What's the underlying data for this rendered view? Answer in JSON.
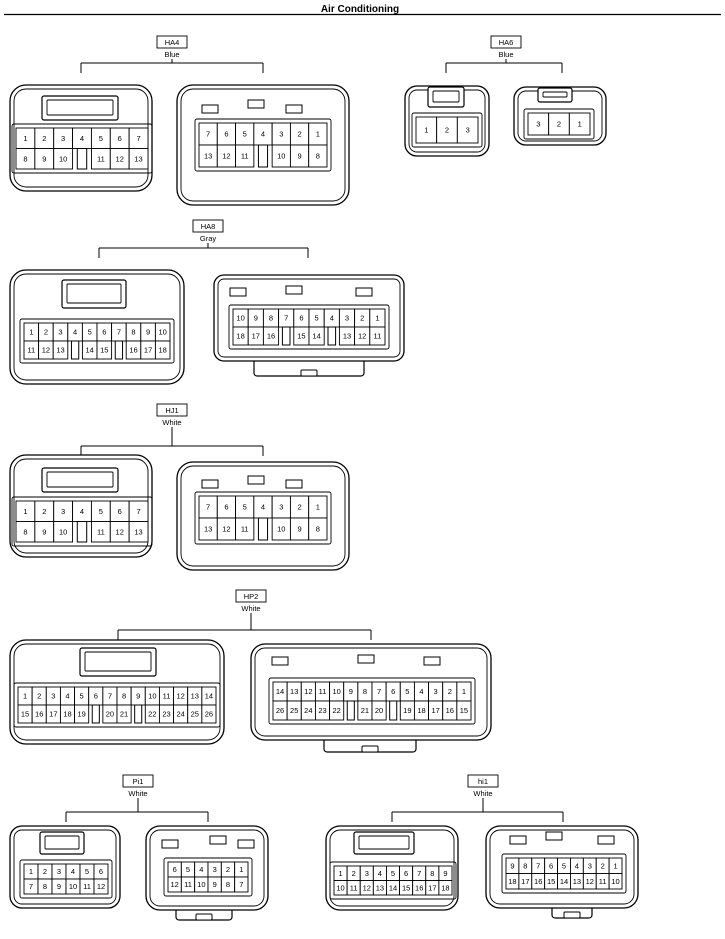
{
  "page_title": "Air Conditioning",
  "colors": {
    "ink": "#000000",
    "paper": "#ffffff"
  },
  "connectors": [
    {
      "code": "HA4",
      "color": "Blue",
      "views": [
        {
          "pins": [
            [
              "1",
              "2",
              "3",
              "4",
              "5",
              "6",
              "7"
            ],
            [
              "8",
              "9",
              "10",
              "",
              "11",
              "12",
              "13"
            ]
          ]
        },
        {
          "pins": [
            [
              "7",
              "6",
              "5",
              "4",
              "3",
              "2",
              "1"
            ],
            [
              "13",
              "12",
              "11",
              "",
              "10",
              "9",
              "8"
            ]
          ]
        }
      ]
    },
    {
      "code": "HA6",
      "color": "Blue",
      "views": [
        {
          "pins": [
            [
              "1",
              "2",
              "3"
            ]
          ]
        },
        {
          "pins": [
            [
              "3",
              "2",
              "1"
            ]
          ]
        }
      ]
    },
    {
      "code": "HA8",
      "color": "Gray",
      "views": [
        {
          "pins": [
            [
              "1",
              "2",
              "3",
              "4",
              "5",
              "6",
              "7",
              "8",
              "9",
              "10"
            ],
            [
              "11",
              "12",
              "13",
              "",
              "14",
              "15",
              "",
              "16",
              "17",
              "18"
            ]
          ]
        },
        {
          "pins": [
            [
              "10",
              "9",
              "8",
              "7",
              "6",
              "5",
              "4",
              "3",
              "2",
              "1"
            ],
            [
              "18",
              "17",
              "16",
              "",
              "15",
              "14",
              "",
              "13",
              "12",
              "11"
            ]
          ]
        }
      ]
    },
    {
      "code": "HJ1",
      "color": "White",
      "views": [
        {
          "pins": [
            [
              "1",
              "2",
              "3",
              "4",
              "5",
              "6",
              "7"
            ],
            [
              "8",
              "9",
              "10",
              "",
              "11",
              "12",
              "13"
            ]
          ]
        },
        {
          "pins": [
            [
              "7",
              "6",
              "5",
              "4",
              "3",
              "2",
              "1"
            ],
            [
              "13",
              "12",
              "11",
              "",
              "10",
              "9",
              "8"
            ]
          ]
        }
      ]
    },
    {
      "code": "HP2",
      "color": "White",
      "views": [
        {
          "pins": [
            [
              "1",
              "2",
              "3",
              "4",
              "5",
              "6",
              "7",
              "8",
              "9",
              "10",
              "11",
              "12",
              "13",
              "14"
            ],
            [
              "15",
              "16",
              "17",
              "18",
              "19",
              "",
              "20",
              "21",
              "",
              "22",
              "23",
              "24",
              "25",
              "26"
            ]
          ]
        },
        {
          "pins": [
            [
              "14",
              "13",
              "12",
              "11",
              "10",
              "9",
              "8",
              "7",
              "6",
              "5",
              "4",
              "3",
              "2",
              "1"
            ],
            [
              "26",
              "25",
              "24",
              "23",
              "22",
              "",
              "21",
              "20",
              "",
              "19",
              "18",
              "17",
              "16",
              "15"
            ]
          ]
        }
      ]
    },
    {
      "code": "Pi1",
      "color": "White",
      "views": [
        {
          "pins": [
            [
              "1",
              "2",
              "3",
              "4",
              "5",
              "6"
            ],
            [
              "7",
              "8",
              "9",
              "10",
              "11",
              "12"
            ]
          ]
        },
        {
          "pins": [
            [
              "6",
              "5",
              "4",
              "3",
              "2",
              "1"
            ],
            [
              "12",
              "11",
              "10",
              "9",
              "8",
              "7"
            ]
          ]
        }
      ]
    },
    {
      "code": "hi1",
      "color": "White",
      "views": [
        {
          "pins": [
            [
              "1",
              "2",
              "3",
              "4",
              "5",
              "6",
              "7",
              "8",
              "9"
            ],
            [
              "10",
              "11",
              "12",
              "13",
              "14",
              "15",
              "16",
              "17",
              "18"
            ]
          ]
        },
        {
          "pins": [
            [
              "9",
              "8",
              "7",
              "6",
              "5",
              "4",
              "3",
              "2",
              "1"
            ],
            [
              "18",
              "17",
              "16",
              "15",
              "14",
              "13",
              "12",
              "11",
              "10"
            ]
          ]
        }
      ]
    }
  ]
}
